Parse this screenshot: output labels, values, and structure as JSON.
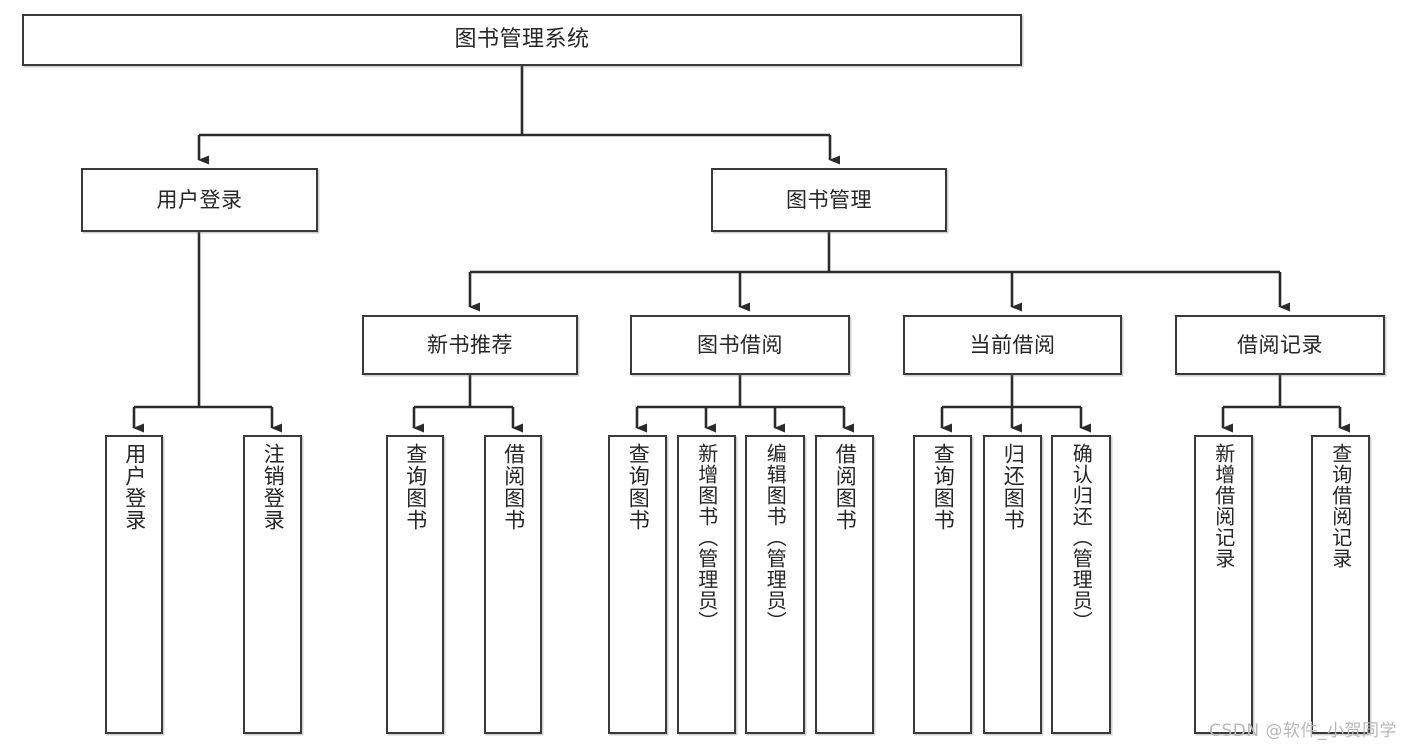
{
  "diagram": {
    "title_node": {
      "label": "图书管理系统"
    },
    "level2": [
      {
        "id": "user-login",
        "label": "用户登录"
      },
      {
        "id": "book-manage",
        "label": "图书管理"
      }
    ],
    "level3": [
      {
        "id": "new-book-recommend",
        "label": "新书推荐"
      },
      {
        "id": "book-borrow",
        "label": "图书借阅"
      },
      {
        "id": "current-borrow",
        "label": "当前借阅"
      },
      {
        "id": "borrow-record",
        "label": "借阅记录"
      }
    ],
    "leaves": [
      {
        "id": "leaf-user-login",
        "label": "用户登录",
        "parent": "user-login"
      },
      {
        "id": "leaf-user-logout",
        "label": "注销登录",
        "parent": "user-login"
      },
      {
        "id": "leaf-query-book-1",
        "label": "查询图书",
        "parent": "new-book-recommend"
      },
      {
        "id": "leaf-borrow-book-1",
        "label": "借阅图书",
        "parent": "new-book-recommend"
      },
      {
        "id": "leaf-query-book-2",
        "label": "查询图书",
        "parent": "book-borrow"
      },
      {
        "id": "leaf-add-book",
        "label": "新增图书（管理员）",
        "parent": "book-borrow"
      },
      {
        "id": "leaf-edit-book",
        "label": "编辑图书（管理员）",
        "parent": "book-borrow"
      },
      {
        "id": "leaf-borrow-book-2",
        "label": "借阅图书",
        "parent": "book-borrow"
      },
      {
        "id": "leaf-query-book-3",
        "label": "查询图书",
        "parent": "current-borrow"
      },
      {
        "id": "leaf-return-book",
        "label": "归还图书",
        "parent": "current-borrow"
      },
      {
        "id": "leaf-confirm-return",
        "label": "确认归还（管理员）",
        "parent": "current-borrow"
      },
      {
        "id": "leaf-add-record",
        "label": "新增借阅记录",
        "parent": "borrow-record"
      },
      {
        "id": "leaf-query-record",
        "label": "查询借阅记录",
        "parent": "borrow-record"
      }
    ]
  },
  "watermark": {
    "text": "CSDN @软件_小贺同学"
  },
  "colors": {
    "box_border": "#3a3a3a",
    "box_fill": "#ffffff",
    "text": "#262626",
    "connector": "#2b2b2b",
    "watermark": "#b9b9b9"
  }
}
